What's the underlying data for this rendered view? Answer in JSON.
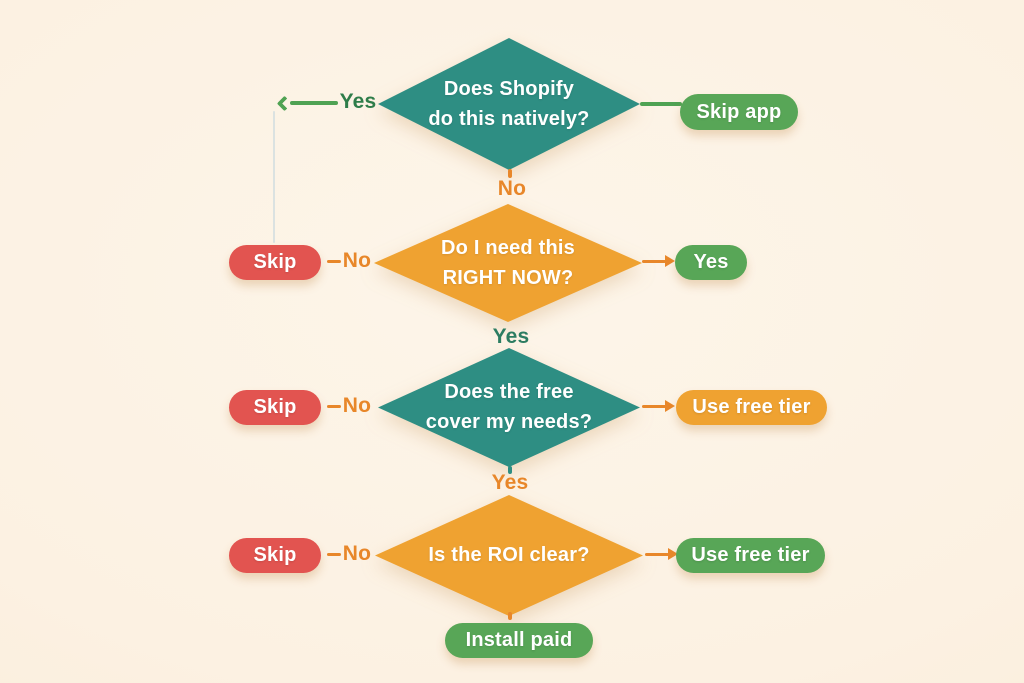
{
  "colors": {
    "background": "#fcf1e2",
    "teal": "#2e8e83",
    "orange": "#efa231",
    "green": "#58a657",
    "red": "#e25450",
    "label_orange": "#e8872a",
    "label_green": "#2e7d4a",
    "label_teal": "#2c7d62",
    "trace_line": "#dbe2e1",
    "green_line": "#4fa253"
  },
  "nodes": {
    "d1": {
      "line1": "Does Shopify",
      "line2": "do this natively?"
    },
    "d2": {
      "line1": "Do I need this",
      "line2": "RIGHT NOW?"
    },
    "d3": {
      "line1": "Does the free",
      "line2": "cover my needs?"
    },
    "d4": {
      "line1": "Is the ROI clear?"
    },
    "pill_skip_app": "Skip app",
    "pill_yes_right": "Yes",
    "pill_use_free_tier_orange": "Use free tier",
    "pill_use_free_tier_green": "Use free tier",
    "pill_install_paid": "Install paid",
    "pill_skip_row2": "Skip",
    "pill_skip_row3": "Skip",
    "pill_skip_row4": "Skip"
  },
  "edges": {
    "row1_left_label": "Yes",
    "row1_bottom_label": "No",
    "row2_left_label": "No",
    "row2_bottom_label": "Yes",
    "row3_left_label": "No",
    "row3_bottom_label": "Yes",
    "row4_left_label": "No"
  }
}
